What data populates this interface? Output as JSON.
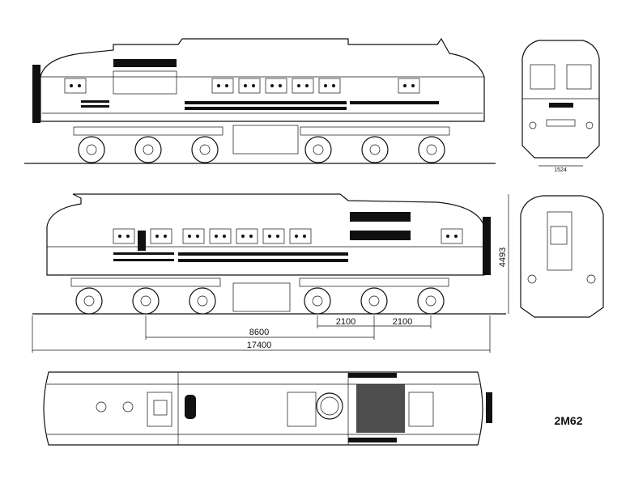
{
  "drawing": {
    "model": "2M62",
    "dimensions": {
      "track_gauge": "1524",
      "height": "4493",
      "bogie_axle_spacing_1": "2100",
      "bogie_axle_spacing_2": "2100",
      "bogie_center_distance": "8600",
      "overall_length": "17400"
    }
  }
}
